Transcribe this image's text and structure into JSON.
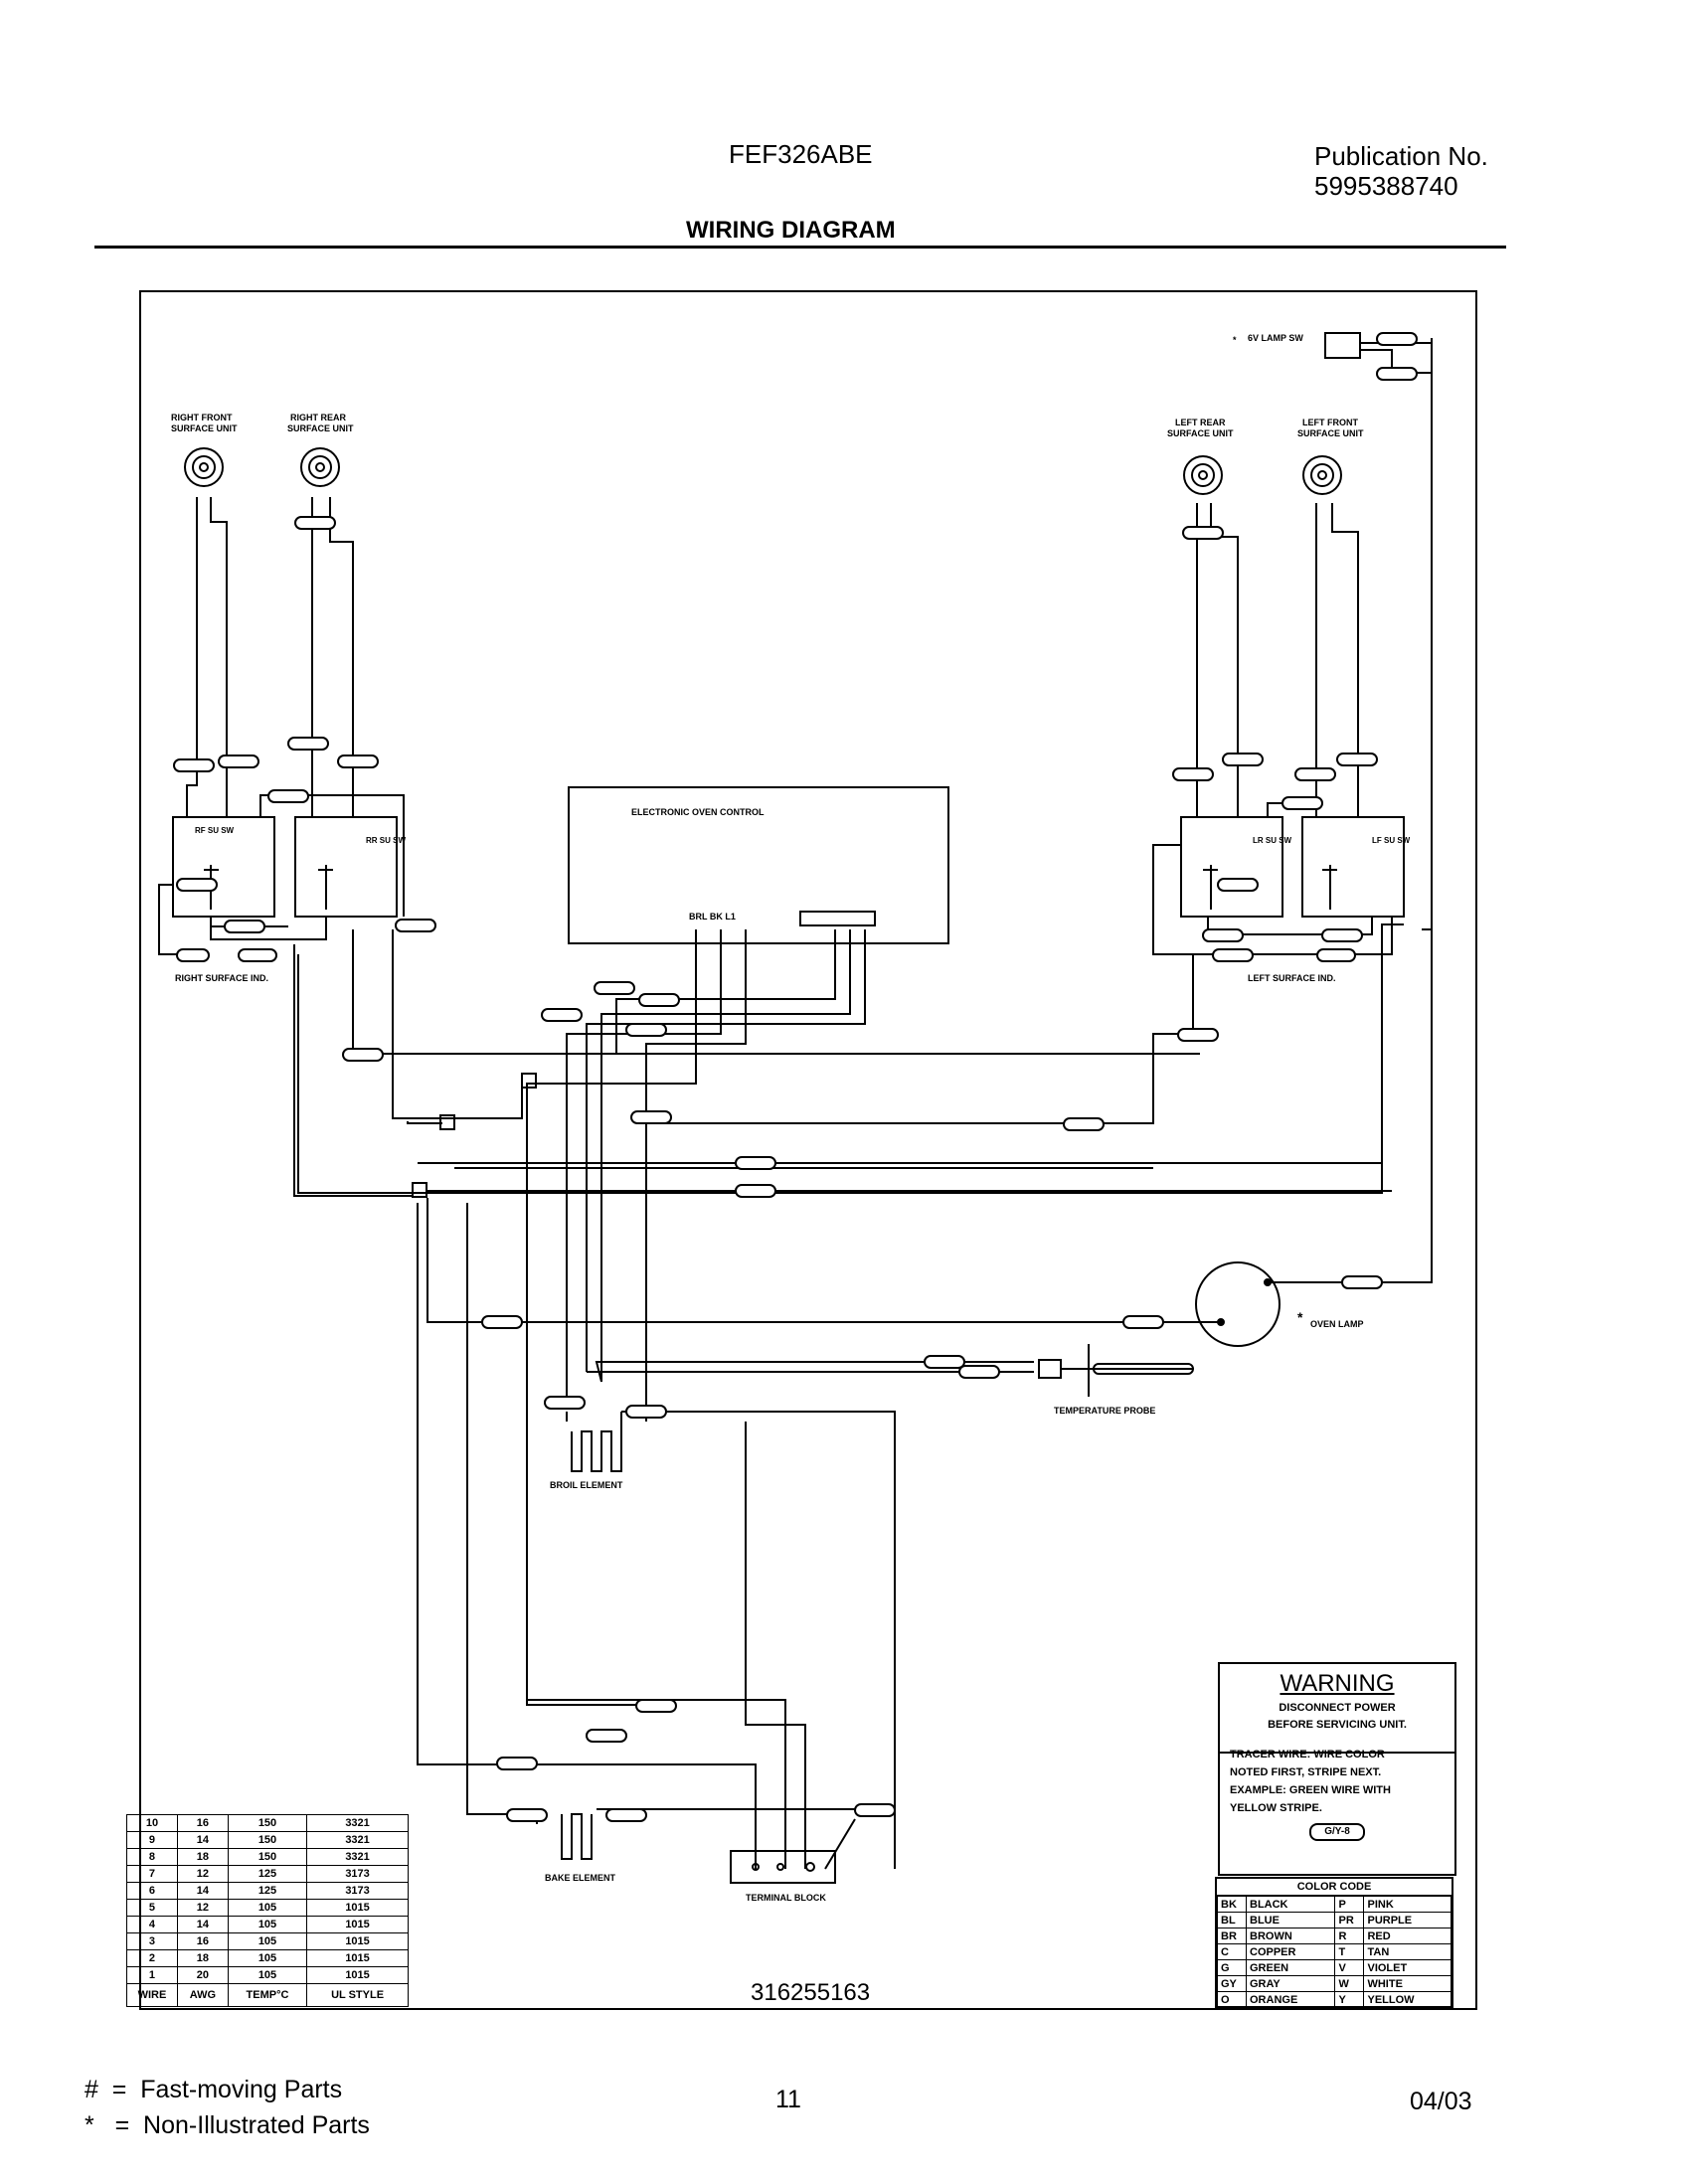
{
  "header": {
    "model": "FEF326ABE",
    "publication_label": "Publication No.",
    "publication_number": "5995388740",
    "title": "WIRING DIAGRAM"
  },
  "diagram": {
    "lamp_switch_label": "6V LAMP SW",
    "right_front_label_1": "RIGHT FRONT",
    "right_front_label_2": "SURFACE UNIT",
    "right_rear_label_1": "RIGHT REAR",
    "right_rear_label_2": "SURFACE UNIT",
    "left_rear_label_1": "LEFT REAR",
    "left_rear_label_2": "SURFACE UNIT",
    "left_front_label_1": "LEFT FRONT",
    "left_front_label_2": "SURFACE UNIT",
    "oven_control_label": "ELECTRONIC OVEN CONTROL",
    "oven_control_terminals": "BRL  BK  L1",
    "right_surface_ind": "RIGHT SURFACE IND.",
    "left_surface_ind": "LEFT SURFACE IND.",
    "oven_lamp_label": "OVEN LAMP",
    "temp_probe_label": "TEMPERATURE PROBE",
    "broil_element_label": "BROIL ELEMENT",
    "bake_element_label": "BAKE ELEMENT",
    "terminal_block_label": "TERMINAL BLOCK",
    "switch_rf": "RF SU SW",
    "switch_rr": "RR SU SW",
    "switch_lr": "LR SU SW",
    "switch_lf": "LF SU SW",
    "part_number": "316255163"
  },
  "warning": {
    "title": "WARNING",
    "line1": "DISCONNECT POWER",
    "line2": "BEFORE SERVICING UNIT.",
    "tracer1": "TRACER WIRE:  WIRE COLOR",
    "tracer2": "NOTED FIRST, STRIPE NEXT.",
    "example1": "EXAMPLE:  GREEN WIRE WITH",
    "example2": "YELLOW STRIPE.",
    "example_code": "G/Y-8"
  },
  "color_code": {
    "title": "COLOR CODE",
    "rows": [
      [
        "BK",
        "BLACK",
        "P",
        "PINK"
      ],
      [
        "BL",
        "BLUE",
        "PR",
        "PURPLE"
      ],
      [
        "BR",
        "BROWN",
        "R",
        "RED"
      ],
      [
        "C",
        "COPPER",
        "T",
        "TAN"
      ],
      [
        "G",
        "GREEN",
        "V",
        "VIOLET"
      ],
      [
        "GY",
        "GRAY",
        "W",
        "WHITE"
      ],
      [
        "O",
        "ORANGE",
        "Y",
        "YELLOW"
      ]
    ]
  },
  "wire_table": {
    "rows": [
      [
        "10",
        "16",
        "150",
        "3321"
      ],
      [
        "9",
        "14",
        "150",
        "3321"
      ],
      [
        "8",
        "18",
        "150",
        "3321"
      ],
      [
        "7",
        "12",
        "125",
        "3173"
      ],
      [
        "6",
        "14",
        "125",
        "3173"
      ],
      [
        "5",
        "12",
        "105",
        "1015"
      ],
      [
        "4",
        "14",
        "105",
        "1015"
      ],
      [
        "3",
        "16",
        "105",
        "1015"
      ],
      [
        "2",
        "18",
        "105",
        "1015"
      ],
      [
        "1",
        "20",
        "105",
        "1015"
      ]
    ],
    "headers": [
      "WIRE",
      "AWG",
      "TEMP°C",
      "UL STYLE"
    ]
  },
  "footer": {
    "legend1": "#  =  Fast-moving Parts",
    "legend2": "*   =  Non-Illustrated Parts",
    "page": "11",
    "date": "04/03"
  }
}
